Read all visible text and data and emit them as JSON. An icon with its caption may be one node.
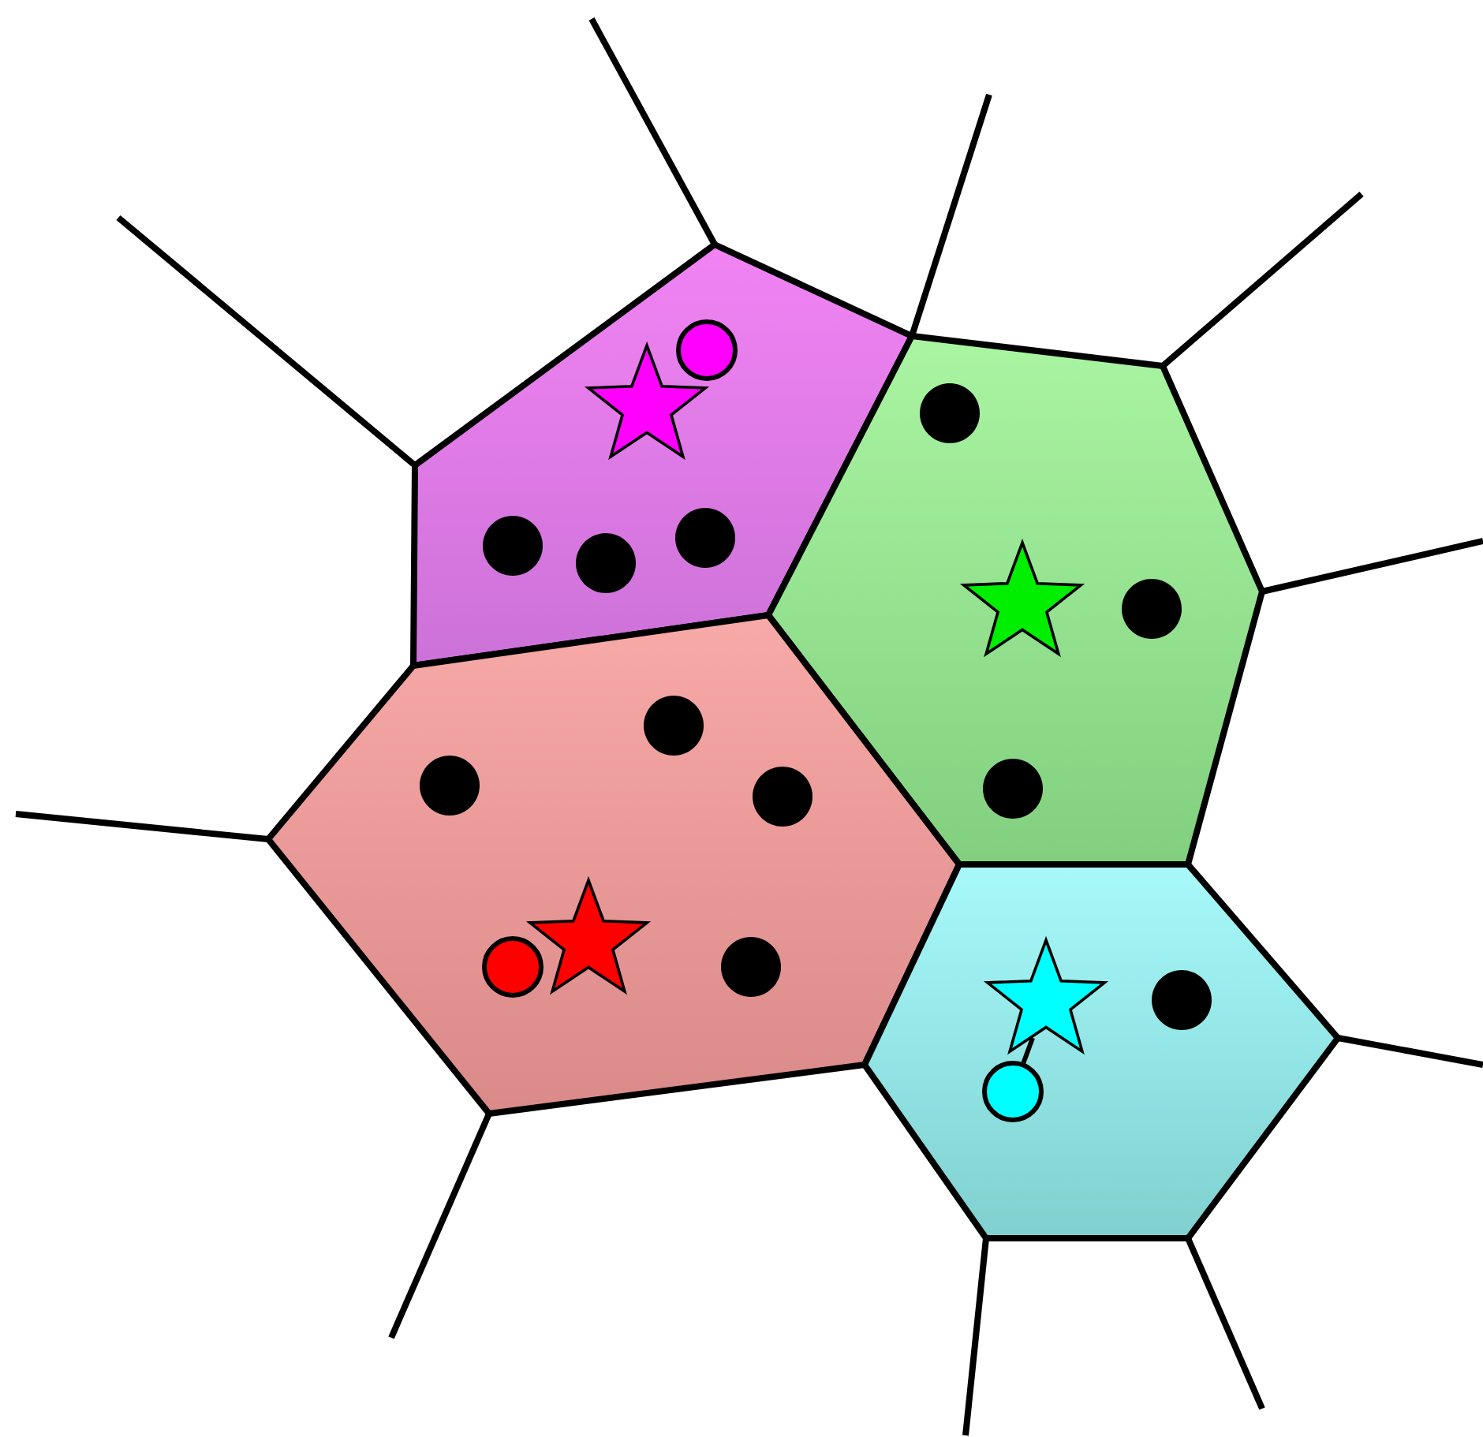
{
  "diagram": {
    "nodes": [
      {
        "text": [],
        "shape": "pentagon"
      },
      {
        "text": [],
        "shape": "hexagon"
      },
      {
        "text": [],
        "shape": "hexagon"
      },
      {
        "text": [],
        "shape": "hexagon"
      },
      {
        "text": [],
        "shape": "star",
        "in": 0
      },
      {
        "text": [],
        "shape": "star",
        "in": 1
      },
      {
        "text": [],
        "shape": "star",
        "in": 2
      },
      {
        "text": [],
        "shape": "star",
        "in": 3
      },
      {
        "text": [],
        "shape": "circle",
        "in": 0
      },
      {
        "text": [],
        "shape": "circle",
        "in": 2
      },
      {
        "text": [],
        "shape": "circle",
        "in": 3
      }
    ],
    "edges": [
      {
        "from": 7,
        "to": 10,
        "arrow": "none"
      }
    ]
  }
}
